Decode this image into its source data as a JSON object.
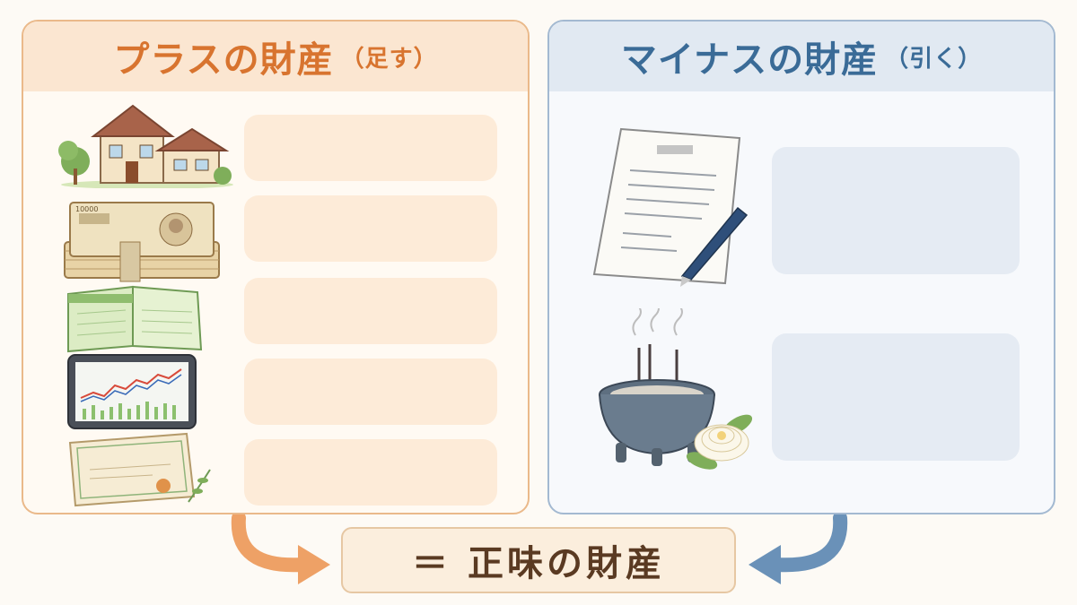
{
  "plus_panel": {
    "title": "プラスの財産",
    "subtitle": "（足す）",
    "items": [
      {
        "icon": "house-icon"
      },
      {
        "icon": "cash-bundle-icon",
        "note": "10000"
      },
      {
        "icon": "bankbook-icon"
      },
      {
        "icon": "stock-chart-tablet-icon"
      },
      {
        "icon": "certificate-icon"
      }
    ]
  },
  "minus_panel": {
    "title": "マイナスの財産",
    "subtitle": "（引く）",
    "items": [
      {
        "icon": "contract-document-pen-icon"
      },
      {
        "icon": "incense-burner-icon"
      }
    ]
  },
  "result": {
    "label": "＝ 正味の財産"
  },
  "colors": {
    "plus_accent": "#d8742f",
    "plus_slot": "#fdebd8",
    "minus_accent": "#3a6b97",
    "minus_slot": "#e5ebf3",
    "result_text": "#5a3a22"
  }
}
